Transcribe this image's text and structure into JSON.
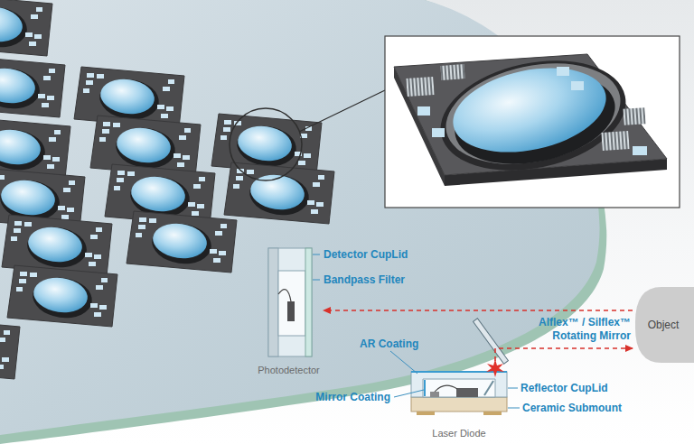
{
  "diagram": {
    "nodes": [
      {
        "text": [
          "Photodetector"
        ]
      },
      {
        "text": [
          "Object"
        ]
      },
      {
        "text": [
          "Laser Diode"
        ]
      }
    ],
    "edges": [
      {
        "from": 2,
        "to": 1,
        "arrow": "to"
      },
      {
        "from": 1,
        "to": 0,
        "arrow": "to"
      }
    ],
    "labels": [
      "Detector CupLid",
      "Bandpass Filter",
      "Alflex™ / Silflex™ Rotating Mirror",
      "AR Coating",
      "Reflector CupLid",
      "Mirror Coating",
      "Ceramic Submount"
    ]
  }
}
